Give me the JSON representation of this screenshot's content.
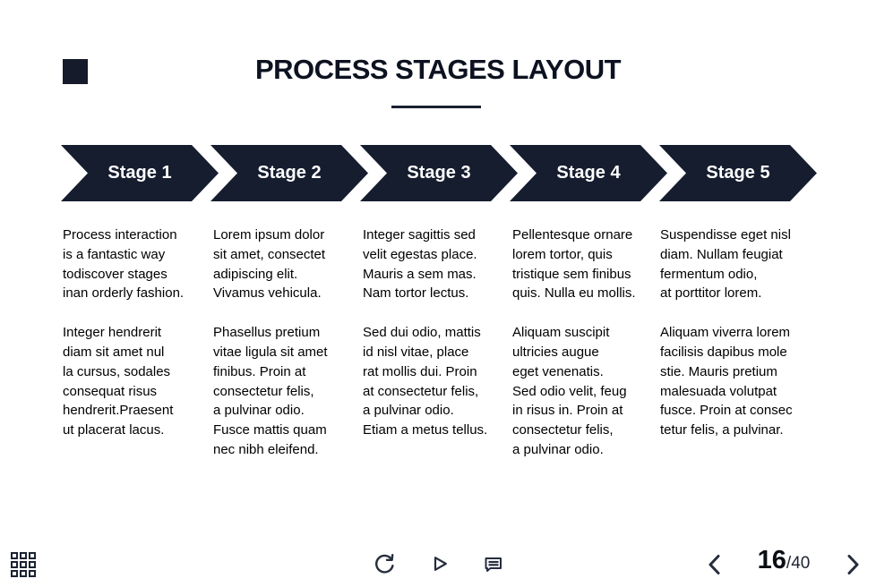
{
  "colors": {
    "accent_dark": "#161d2f",
    "title_text": "#0c1220",
    "body_text": "#000000",
    "icon_stroke": "#262d3d",
    "background": "#ffffff"
  },
  "header": {
    "title": "PROCESS STAGES LAYOUT"
  },
  "stages": [
    {
      "label": "Stage 1",
      "para1": "Process interaction\nis a fantastic way\ntodiscover stages\ninan orderly fashion.",
      "para2": "Integer hendrerit\ndiam sit amet nul\nla cursus, sodales\nconsequat risus\nhendrerit.Praesent\nut placerat lacus."
    },
    {
      "label": "Stage 2",
      "para1": "Lorem ipsum dolor\nsit amet, consectet\nadipiscing elit.\nVivamus vehicula.",
      "para2": "Phasellus pretium\nvitae ligula sit amet\nfinibus. Proin at\nconsectetur felis,\na pulvinar odio.\nFusce mattis quam\nnec nibh eleifend."
    },
    {
      "label": "Stage 3",
      "para1": "Integer sagittis sed\nvelit egestas place.\nMauris a sem mas.\nNam tortor lectus.",
      "para2": "Sed dui odio, mattis\nid nisl vitae, place\nrat mollis dui. Proin\nat consectetur felis,\na pulvinar odio.\nEtiam a metus tellus."
    },
    {
      "label": "Stage 4",
      "para1": "Pellentesque ornare\nlorem tortor, quis\ntristique sem finibus\nquis. Nulla eu mollis.",
      "para2": "Aliquam suscipit\nultricies augue\neget venenatis.\nSed odio velit, feug\nin risus in. Proin at\nconsectetur felis,\na pulvinar odio."
    },
    {
      "label": "Stage 5",
      "para1": "Suspendisse eget nisl\ndiam. Nullam feugiat\nfermentum odio,\nat porttitor lorem.",
      "para2": "Aliquam viverra lorem\nfacilisis dapibus mole\nstie. Mauris pretium\nmalesuada volutpat\nfusce. Proin at consec\ntetur felis, a pulvinar."
    }
  ],
  "toolbar": {
    "icons": [
      "grid-icon",
      "refresh-icon",
      "play-icon",
      "comment-icon",
      "chevron-left-icon",
      "chevron-right-icon"
    ],
    "page_current": "16",
    "page_total": "/40"
  }
}
